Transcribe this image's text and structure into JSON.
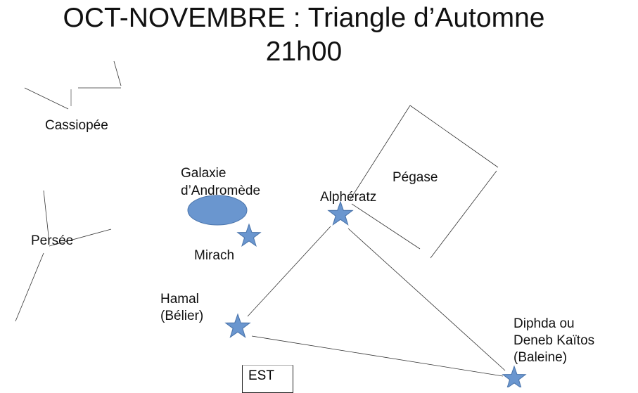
{
  "title": "OCT-NOVEMBRE : Triangle d’Automne",
  "subtitle": "21h00",
  "labels": {
    "cassiopee": "Cassiopée",
    "persee": "Persée",
    "galaxie1": "Galaxie",
    "galaxie2": "d’Andromède",
    "mirach": "Mirach",
    "pegase": "Pégase",
    "alpheratz": "Alphératz",
    "hamal1": "Hamal",
    "hamal2": "(Bélier)",
    "diphda1": "Diphda ou",
    "diphda2": "Deneb Kaïtos",
    "diphda3": "(Baleine)",
    "est": "EST"
  },
  "colors": {
    "star": "#6a96cf",
    "star_stroke": "#4a74ab",
    "line": "#333333"
  }
}
